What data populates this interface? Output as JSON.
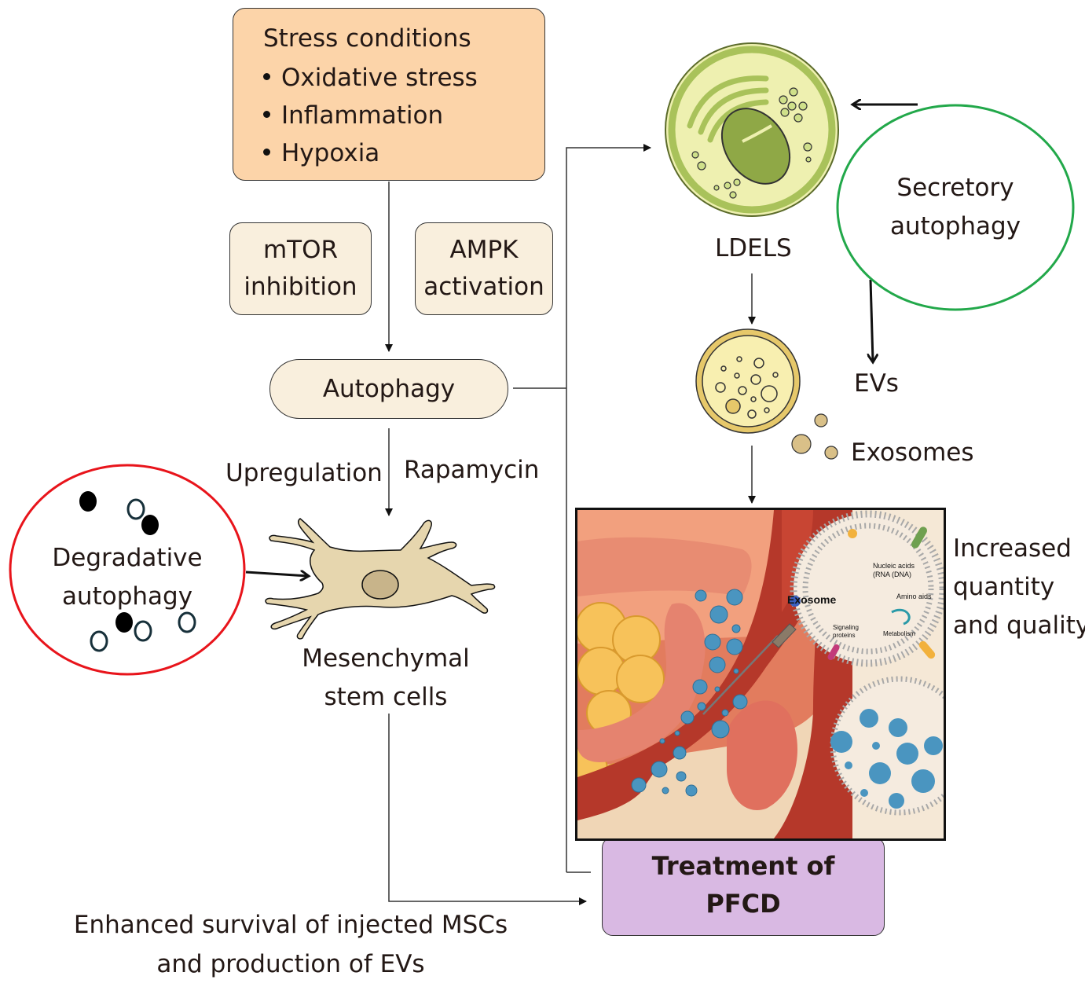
{
  "stress_box": {
    "title": "Stress conditions",
    "items": [
      "Oxidative stress",
      "Inflammation",
      "Hypoxia"
    ]
  },
  "mtor_box": {
    "line1": "mTOR",
    "line2": "inhibition"
  },
  "ampk_box": {
    "line1": "AMPK",
    "line2": "activation"
  },
  "autophagy_box": {
    "label": "Autophagy"
  },
  "labels": {
    "upregulation": "Upregulation",
    "rapamycin": "Rapamycin",
    "degradative_line1": "Degradative",
    "degradative_line2": "autophagy",
    "msc_line1": "Mesenchymal",
    "msc_line2": "stem cells",
    "ldels": "LDELS",
    "secretory_line1": "Secretory",
    "secretory_line2": "autophagy",
    "evs": "EVs",
    "exosomes": "Exosomes",
    "increased_line1": "Increased",
    "increased_line2": "quantity",
    "increased_line3": "and quality",
    "enhanced_line1": "Enhanced survival of injected MSCs",
    "enhanced_line2": "and production of EVs"
  },
  "illustration": {
    "exosome_title": "Exosome",
    "nucleic_acids_line1": "Nucleic acids",
    "nucleic_acids_line2": "(RNA (DNA)",
    "amino_aids": "Amino aids",
    "signaling_line1": "Signaling",
    "signaling_line2": "proteins",
    "metabolism": "Metabolism"
  },
  "treatment_box": {
    "line1": "Treatment of",
    "line2": "PFCD"
  },
  "colors": {
    "stress_fill": "#fcd4a9",
    "pathway_fill": "#f9efdd",
    "treatment_fill": "#d9b9e3",
    "degradative_ring": "#e8141b",
    "secretory_ring": "#22a84a",
    "ldels_fill": "#eef0b0",
    "ldels_ring": "#a9c25a",
    "exosome_fill": "#f6eaa6",
    "msc_fill": "#e6d6ae"
  }
}
